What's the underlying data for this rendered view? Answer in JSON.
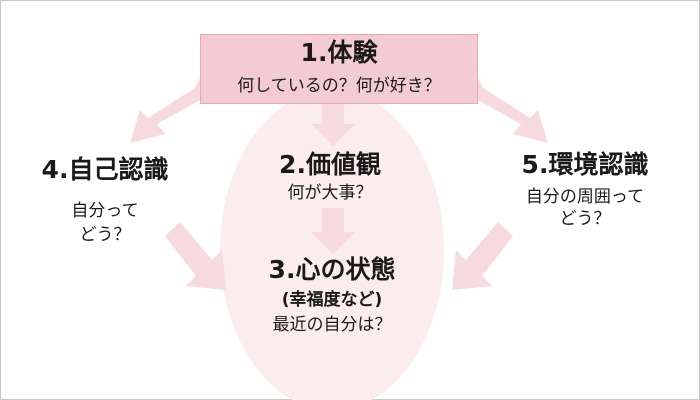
{
  "nodes": {
    "experience": {
      "title": "1.体験",
      "sub": "何しているの？何が好き？"
    },
    "values": {
      "title": "2.価値観",
      "sub": "何が大事？"
    },
    "mind_state": {
      "title": "3.心の状態",
      "paren": "(幸福度など)",
      "sub": "最近の自分は？"
    },
    "self_awareness": {
      "title": "4.自己認識",
      "sub_line1": "自分って",
      "sub_line2": "どう？"
    },
    "environment": {
      "title": "5.環境認識",
      "sub_line1": "自分の周囲って",
      "sub_line2": "どう？"
    }
  },
  "colors": {
    "box_fill": "#f3ccd3",
    "arrow_fill": "#f6dade",
    "ellipse_fill": "#fbeced",
    "text": "#1a1a1a"
  }
}
